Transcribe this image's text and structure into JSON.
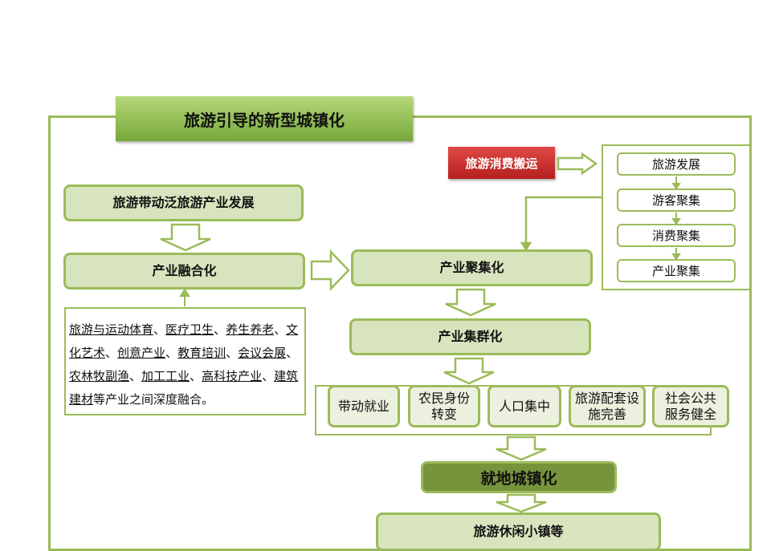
{
  "title": "旅游引导的新型城镇化",
  "consumption": "旅游消费搬运",
  "chain": [
    "旅游发展",
    "游客聚集",
    "消费聚集",
    "产业聚集"
  ],
  "left": {
    "top": "旅游带动泛旅游产业发展",
    "fusion": "产业融合化",
    "desc_underlined": [
      "旅游与运动体育",
      "医疗卫生",
      "养生养老",
      "文化艺术",
      "创意产业",
      "教育培训",
      "会议会展",
      "农林牧副渔",
      "加工工业",
      "高科技产业",
      "建筑建材"
    ],
    "desc_sep": "、",
    "desc_tail": "等产业之间深度融合。"
  },
  "center": {
    "agglomeration": "产业聚集化",
    "cluster": "产业集群化"
  },
  "effects": [
    "带动就业",
    "农民身份转变",
    "人口集中",
    "旅游配套设施完善",
    "社会公共服务健全"
  ],
  "urbanization": "就地城镇化",
  "towns": "旅游休闲小镇等",
  "colors": {
    "green_border": "#9bbb59",
    "box_fill": "#d7e4bd",
    "dark_fill": "#77933c",
    "red": "#c0302c"
  }
}
